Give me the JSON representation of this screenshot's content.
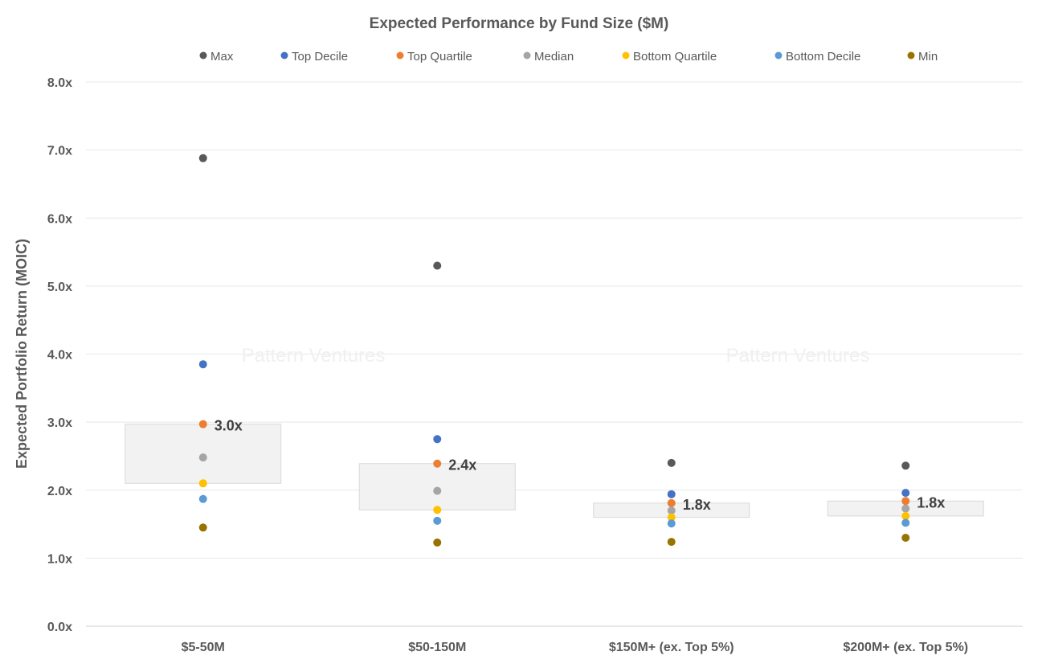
{
  "chart_data": {
    "type": "scatter",
    "title": "Expected Performance by Fund Size ($M)",
    "ylabel": "Expected Portfolio Return (MOIC)",
    "xlabel": "",
    "ylim": [
      0,
      8
    ],
    "yticks": [
      "0.0x",
      "1.0x",
      "2.0x",
      "3.0x",
      "4.0x",
      "5.0x",
      "6.0x",
      "7.0x",
      "8.0x"
    ],
    "grid": true,
    "legend_placement": "top",
    "watermark": "Pattern Ventures",
    "categories": [
      "$5-50M",
      "$50-150M",
      "$150M+ (ex. Top 5%)",
      "$200M+ (ex. Top 5%)"
    ],
    "series": [
      {
        "name": "Max",
        "color": "#595959",
        "values": [
          6.88,
          5.3,
          2.4,
          2.36
        ]
      },
      {
        "name": "Top Decile",
        "color": "#4472c4",
        "values": [
          3.85,
          2.75,
          1.94,
          1.96
        ]
      },
      {
        "name": "Top Quartile",
        "color": "#ed7d31",
        "values": [
          2.97,
          2.39,
          1.81,
          1.84
        ]
      },
      {
        "name": "Median",
        "color": "#a5a5a5",
        "values": [
          2.48,
          1.99,
          1.7,
          1.73
        ]
      },
      {
        "name": "Bottom Quartile",
        "color": "#ffc000",
        "values": [
          2.1,
          1.71,
          1.6,
          1.62
        ]
      },
      {
        "name": "Bottom Decile",
        "color": "#5b9bd5",
        "values": [
          1.87,
          1.55,
          1.51,
          1.52
        ]
      },
      {
        "name": "Min",
        "color": "#997300",
        "values": [
          1.45,
          1.23,
          1.24,
          1.3
        ]
      }
    ],
    "boxes": [
      {
        "low": 2.1,
        "high": 2.97,
        "label": "3.0x"
      },
      {
        "low": 1.71,
        "high": 2.39,
        "label": "2.4x"
      },
      {
        "low": 1.6,
        "high": 1.81,
        "label": "1.8x"
      },
      {
        "low": 1.62,
        "high": 1.84,
        "label": "1.8x"
      }
    ]
  }
}
